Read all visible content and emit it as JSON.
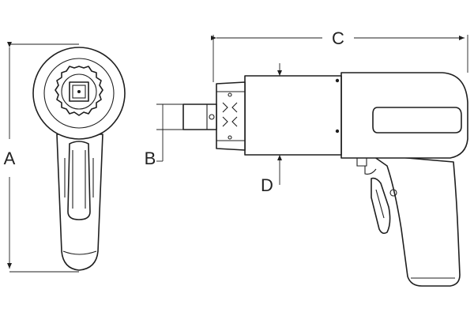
{
  "dimensions": {
    "a": "A",
    "b": "B",
    "c": "C",
    "d": "D"
  },
  "colors": {
    "line": "#1f1f1f",
    "background": "#ffffff"
  }
}
